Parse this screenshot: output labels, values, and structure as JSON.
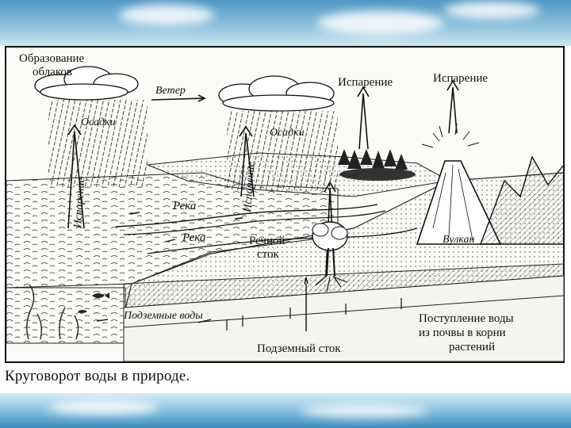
{
  "background": {
    "sky_color": "#4f97c4",
    "paper_color": "#fbfbf8",
    "ink_color": "#111111"
  },
  "diagram": {
    "labels": {
      "cloud_formation": [
        "Образование",
        "облаков"
      ],
      "precipitation_left": "Осадки",
      "precipitation_mid": "Осадки",
      "wind": "Ветер",
      "evaporation_left": "Испарение",
      "evaporation_mid": "Испарение",
      "evaporation_forest": "Испарение",
      "evaporation_volcano": "Испарение",
      "river_upper": "Река",
      "river_lower": "Река",
      "river_runoff": [
        "Речной",
        "сток"
      ],
      "volcano": "Вулкан",
      "groundwater": "Подземные воды",
      "underground_runoff": "Подземный сток",
      "root_supply": [
        "Поступление воды",
        "из почвы в корни",
        "растений"
      ]
    }
  },
  "caption": "Круговорот воды в природе."
}
